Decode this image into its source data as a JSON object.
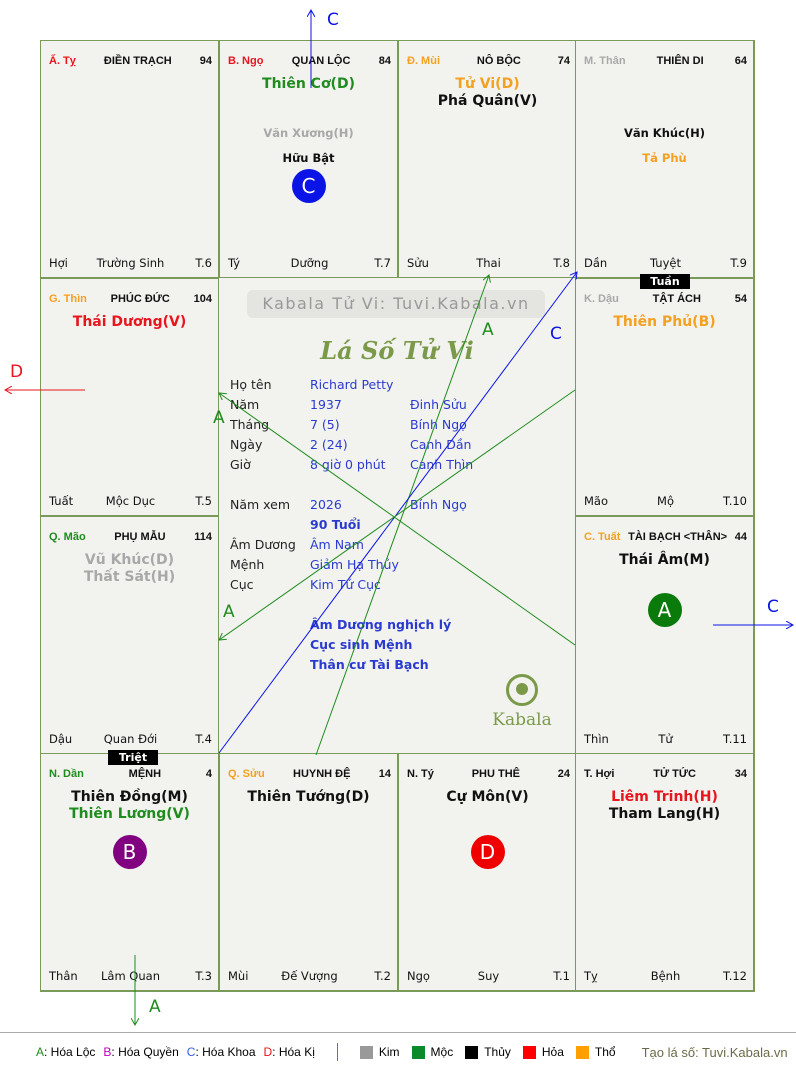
{
  "cells": [
    {
      "pos": "r0c0",
      "can_chi": "Ấ. Tỵ",
      "can_chi_color": "#e8141e",
      "name": "ĐIỀN TRẠCH",
      "number": "94",
      "major": [],
      "minor": [],
      "footer": [
        "Hợi",
        "Trường Sinh",
        "T.6"
      ]
    },
    {
      "pos": "r0c1",
      "can_chi": "B. Ngọ",
      "can_chi_color": "#e8141e",
      "name": "QUAN LỘC",
      "number": "84",
      "major": [
        {
          "text": "Thiên Cơ(D)",
          "color": "#1e8c1e"
        }
      ],
      "minor": [
        {
          "text": "Văn Xương(H)",
          "color": "#a8a8a8"
        },
        {
          "text": "Hữu Bật",
          "color": "#111111"
        }
      ],
      "circle": {
        "letter": "C",
        "color": "#0a14e6"
      },
      "footer": [
        "Tý",
        "Dưỡng",
        "T.7"
      ]
    },
    {
      "pos": "r0c2",
      "can_chi": "Đ. Mùi",
      "can_chi_color": "#f4a020",
      "name": "NÔ BỘC",
      "number": "74",
      "major": [
        {
          "text": "Tử Vi(D)",
          "color": "#f4a020"
        },
        {
          "text": "Phá Quân(V)",
          "color": "#111111"
        }
      ],
      "minor": [],
      "footer": [
        "Sửu",
        "Thai",
        "T.8"
      ]
    },
    {
      "pos": "r0c3",
      "can_chi": "M. Thân",
      "can_chi_color": "#a8a8a8",
      "name": "THIÊN DI",
      "number": "64",
      "major": [],
      "minor": [
        {
          "text": "Văn Khúc(H)",
          "color": "#111111"
        },
        {
          "text": "Tả Phù",
          "color": "#f4a020"
        }
      ],
      "footer": [
        "Dần",
        "Tuyệt",
        "T.9"
      ]
    },
    {
      "pos": "r1c0",
      "can_chi": "G. Thìn",
      "can_chi_color": "#f4a020",
      "name": "PHÚC ĐỨC",
      "number": "104",
      "major": [
        {
          "text": "Thái Dương(V)",
          "color": "#e8141e"
        }
      ],
      "minor": [],
      "footer": [
        "Tuất",
        "Mộc Dục",
        "T.5"
      ]
    },
    {
      "pos": "r1c3",
      "can_chi": "K. Dậu",
      "can_chi_color": "#a8a8a8",
      "name": "TẬT ÁCH",
      "number": "54",
      "major": [
        {
          "text": "Thiên Phủ(B)",
          "color": "#f4a020"
        }
      ],
      "minor": [],
      "footer": [
        "Mão",
        "Mộ",
        "T.10"
      ]
    },
    {
      "pos": "r2c0",
      "can_chi": "Q. Mão",
      "can_chi_color": "#1e8c1e",
      "name": "PHỤ MẪU",
      "number": "114",
      "major": [
        {
          "text": "Vũ Khúc(D)",
          "color": "#a8a8a8"
        },
        {
          "text": "Thất Sát(H)",
          "color": "#a8a8a8"
        }
      ],
      "minor": [],
      "footer": [
        "Dậu",
        "Quan Đới",
        "T.4"
      ]
    },
    {
      "pos": "r2c3",
      "can_chi": "C. Tuất",
      "can_chi_color": "#f4a020",
      "name": "TÀI BẠCH <THÂN>",
      "number": "44",
      "major": [
        {
          "text": "Thái Âm(M)",
          "color": "#111111"
        }
      ],
      "minor": [],
      "circle": {
        "letter": "A",
        "color": "#0a7a0a"
      },
      "footer": [
        "Thìn",
        "Tử",
        "T.11"
      ]
    },
    {
      "pos": "r3c0",
      "can_chi": "N. Dần",
      "can_chi_color": "#1e8c1e",
      "name": "MỆNH",
      "number": "4",
      "major": [
        {
          "text": "Thiên Đồng(M)",
          "color": "#111111"
        },
        {
          "text": "Thiên Lương(V)",
          "color": "#1e8c1e"
        }
      ],
      "minor": [],
      "circle": {
        "letter": "B",
        "color": "#800080"
      },
      "footer": [
        "Thân",
        "Lâm Quan",
        "T.3"
      ]
    },
    {
      "pos": "r3c1",
      "can_chi": "Q. Sửu",
      "can_chi_color": "#f4a020",
      "name": "HUYNH ĐỆ",
      "number": "14",
      "major": [
        {
          "text": "Thiên Tướng(D)",
          "color": "#111111"
        }
      ],
      "minor": [],
      "footer": [
        "Mùi",
        "Đế Vượng",
        "T.2"
      ]
    },
    {
      "pos": "r3c2",
      "can_chi": "N. Tý",
      "can_chi_color": "#111111",
      "name": "PHU THÊ",
      "number": "24",
      "major": [
        {
          "text": "Cự Môn(V)",
          "color": "#111111"
        }
      ],
      "minor": [],
      "circle": {
        "letter": "D",
        "color": "#ee0000"
      },
      "footer": [
        "Ngọ",
        "Suy",
        "T.1"
      ]
    },
    {
      "pos": "r3c3",
      "can_chi": "T. Hợi",
      "can_chi_color": "#111111",
      "name": "TỬ TỨC",
      "number": "34",
      "major": [
        {
          "text": "Liêm Trinh(H)",
          "color": "#e8141e"
        },
        {
          "text": "Tham Lang(H)",
          "color": "#111111"
        }
      ],
      "minor": [],
      "footer": [
        "Tỵ",
        "Bệnh",
        "T.12"
      ]
    }
  ],
  "tags": {
    "tuan": "Tuần",
    "triet": "Triệt"
  },
  "center": {
    "watermark": "Kabala Tử Vi: Tuvi.Kabala.vn",
    "title": "Lá Số Tử Vi",
    "rows": [
      {
        "label": "Họ tên",
        "value": "Richard Petty",
        "extra": ""
      },
      {
        "label": "Năm",
        "value": "1937",
        "extra": "Đinh Sửu"
      },
      {
        "label": "Tháng",
        "value": "7  (5)",
        "extra": "Bính Ngọ"
      },
      {
        "label": "Ngày",
        "value": "2  (24)",
        "extra": "Canh Dần"
      },
      {
        "label": "Giờ",
        "value": "8 giờ 0 phút",
        "extra": "Canh Thìn"
      }
    ],
    "rows2": [
      {
        "label": "Năm xem",
        "value": "2026",
        "extra": "Bính Ngọ"
      },
      {
        "label": "",
        "value": "90 Tuổi",
        "extra": ""
      },
      {
        "label": "Âm Dương",
        "value": "Âm Nam",
        "extra": ""
      },
      {
        "label": "Mệnh",
        "value": "Giảm Hạ Thủy",
        "extra": ""
      },
      {
        "label": "Cục",
        "value": "Kim Tứ Cục",
        "extra": ""
      }
    ],
    "notes": [
      "Âm Dương nghịch lý",
      "Cục sinh Mệnh",
      "Thân cư Tài Bạch"
    ],
    "logo": "Kabala"
  },
  "arrows": {
    "a": "A",
    "c": "C",
    "d": "D"
  },
  "legend": {
    "items": [
      {
        "key": "A",
        "label": ": Hóa Lộc",
        "color": "#1e8c1e"
      },
      {
        "key": "B",
        "label": ": Hóa Quyền",
        "color": "#c000c0"
      },
      {
        "key": "C",
        "label": ": Hóa Khoa",
        "color": "#3060e0"
      },
      {
        "key": "D",
        "label": ": Hóa Kị",
        "color": "#e8141e"
      }
    ],
    "elements": [
      {
        "label": "Kim",
        "color": "#999999"
      },
      {
        "label": "Mộc",
        "color": "#0a8a2a"
      },
      {
        "label": "Thủy",
        "color": "#000000"
      },
      {
        "label": "Hỏa",
        "color": "#ff0000"
      },
      {
        "label": "Thổ",
        "color": "#ffa000"
      }
    ],
    "credit": "Tạo lá số: Tuvi.Kabala.vn"
  }
}
